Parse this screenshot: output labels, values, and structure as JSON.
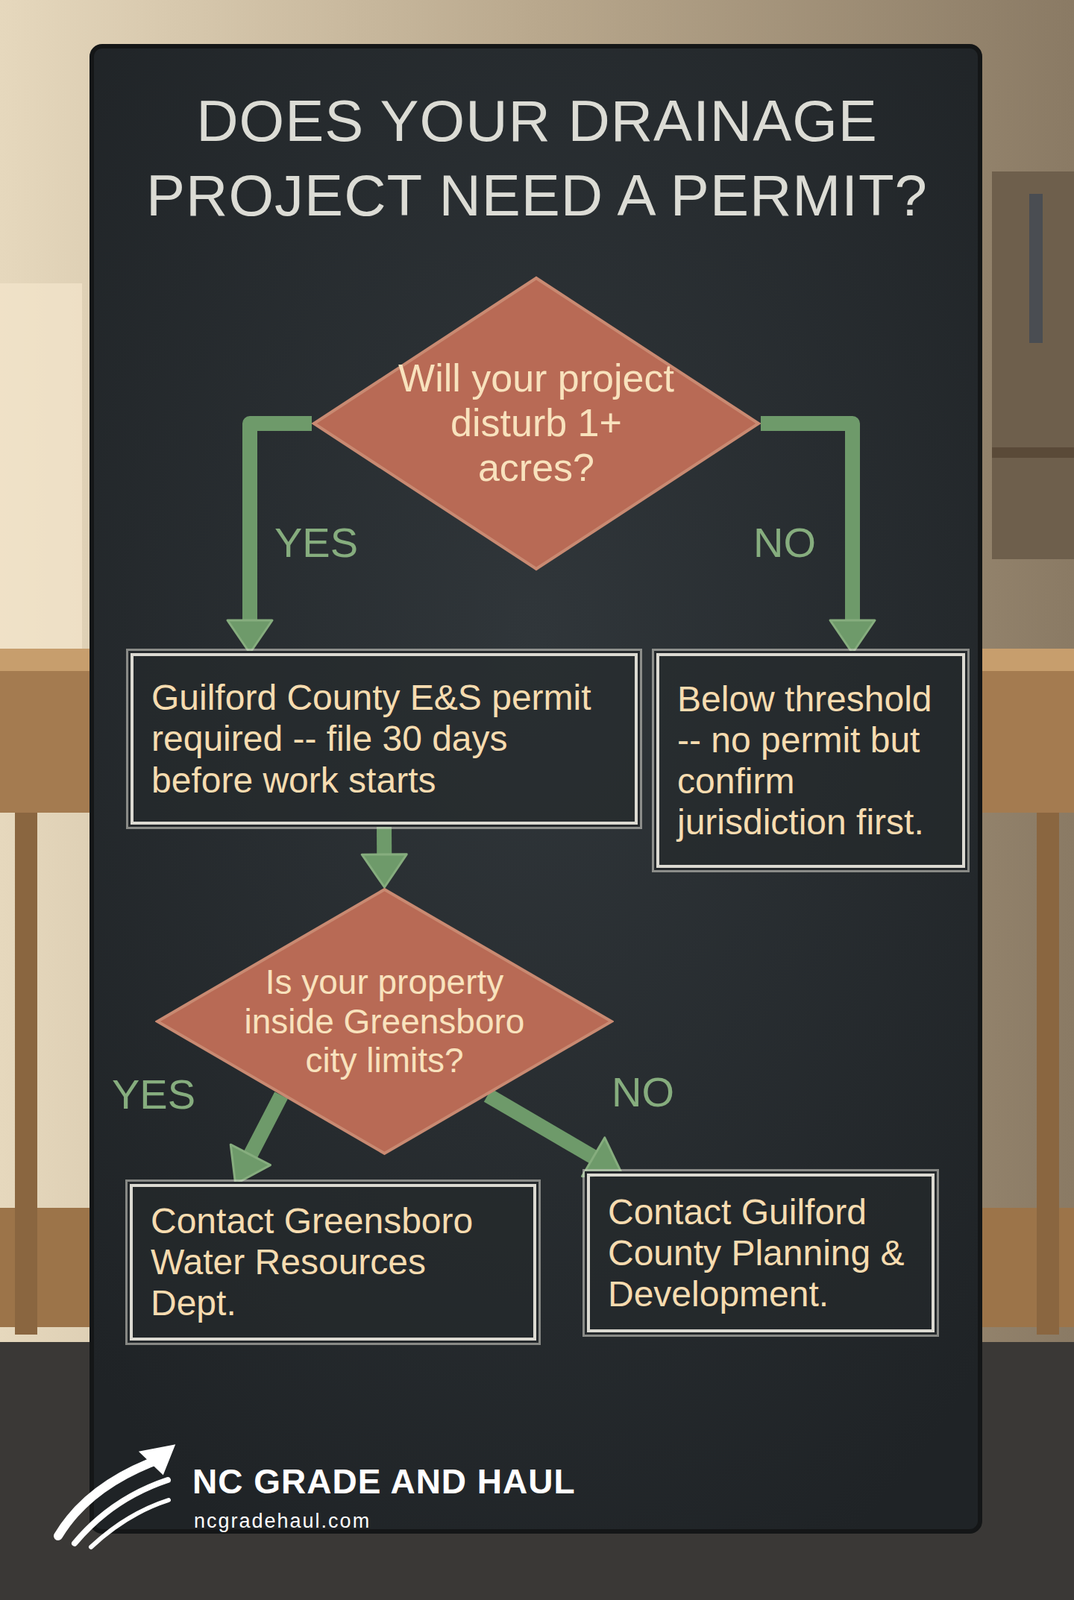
{
  "diagram": {
    "title": "DOES YOUR DRAINAGE PROJECT NEED A PERMIT?",
    "nodes": [
      {
        "text": [
          "Will your project disturb 1+ acres?"
        ]
      },
      {
        "text": [
          "Guilford County E&S permit required -- file 30 days before work starts"
        ]
      },
      {
        "text": [
          "Below threshold -- no permit but confirm jurisdiction first."
        ]
      },
      {
        "text": [
          "Is your property inside Greensboro city limits?"
        ]
      },
      {
        "text": [
          "Contact Greensboro Water Resources Dept."
        ]
      },
      {
        "text": [
          "Contact Guilford County Planning & Development."
        ]
      }
    ],
    "edges": [
      {
        "from": 0,
        "to": 1,
        "arrow": "to",
        "label": "YES"
      },
      {
        "from": 0,
        "to": 2,
        "arrow": "to",
        "label": "NO"
      },
      {
        "from": 1,
        "to": 3,
        "arrow": "to"
      },
      {
        "from": 3,
        "to": 4,
        "arrow": "to",
        "label": "YES"
      },
      {
        "from": 3,
        "to": 5,
        "arrow": "to",
        "label": "NO"
      }
    ],
    "labels": [
      "NC GRADE AND HAUL",
      "ncgradehaul.com"
    ]
  }
}
